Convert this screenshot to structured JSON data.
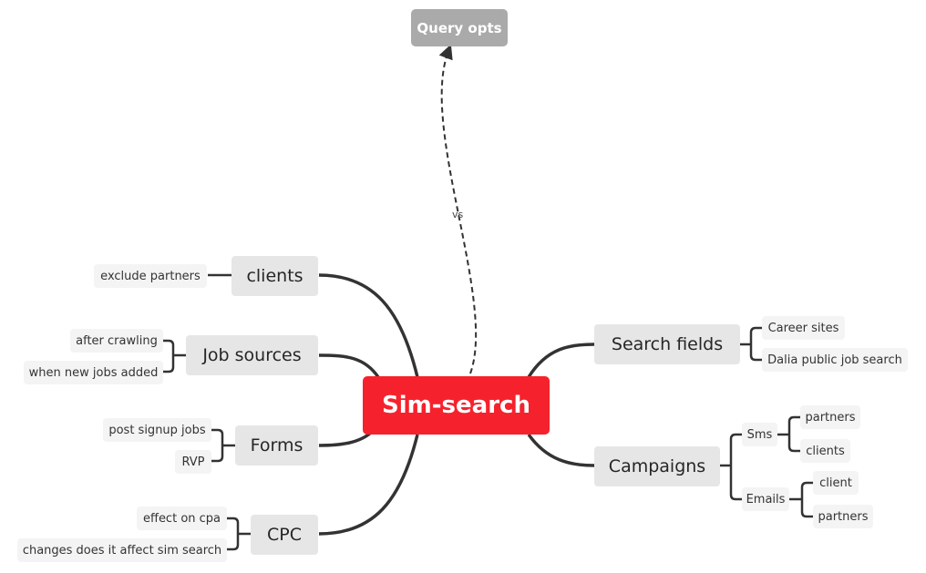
{
  "root": {
    "label": "Sim-search"
  },
  "external": {
    "label": "Query opts",
    "relation_label": "vs"
  },
  "left_branches": [
    {
      "label": "clients",
      "children": [
        "exclude partners"
      ]
    },
    {
      "label": "Job sources",
      "children": [
        "after crawling",
        "when new jobs added"
      ]
    },
    {
      "label": "Forms",
      "children": [
        "post signup jobs",
        "RVP"
      ]
    },
    {
      "label": "CPC",
      "children": [
        "effect on cpa",
        "changes does it affect sim search"
      ]
    }
  ],
  "right_branches": [
    {
      "label": "Search fields",
      "children": [
        {
          "label": "Career sites"
        },
        {
          "label": "Dalia public job search"
        }
      ]
    },
    {
      "label": "Campaigns",
      "children": [
        {
          "label": "Sms",
          "children": [
            "partners",
            "clients"
          ]
        },
        {
          "label": "Emails",
          "children": [
            "client",
            "partners"
          ]
        }
      ]
    }
  ],
  "colors": {
    "root": "#f5222d",
    "edge": "#333333"
  }
}
